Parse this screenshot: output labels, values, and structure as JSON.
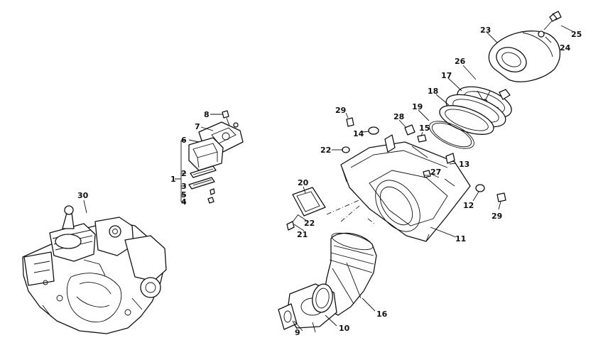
{
  "callouts": [
    {
      "id": "1",
      "label": "1"
    },
    {
      "id": "2",
      "label": "2"
    },
    {
      "id": "3",
      "label": "3"
    },
    {
      "id": "4",
      "label": "4"
    },
    {
      "id": "5",
      "label": "5"
    },
    {
      "id": "6",
      "label": "6"
    },
    {
      "id": "7",
      "label": "7"
    },
    {
      "id": "8",
      "label": "8"
    },
    {
      "id": "9",
      "label": "9"
    },
    {
      "id": "10",
      "label": "10"
    },
    {
      "id": "11",
      "label": "11"
    },
    {
      "id": "12",
      "label": "12"
    },
    {
      "id": "13",
      "label": "13"
    },
    {
      "id": "14",
      "label": "14"
    },
    {
      "id": "15",
      "label": "15"
    },
    {
      "id": "16",
      "label": "16"
    },
    {
      "id": "17",
      "label": "17"
    },
    {
      "id": "18",
      "label": "18"
    },
    {
      "id": "19",
      "label": "19"
    },
    {
      "id": "20",
      "label": "20"
    },
    {
      "id": "21",
      "label": "21"
    },
    {
      "id": "22a",
      "label": "22"
    },
    {
      "id": "22b",
      "label": "22"
    },
    {
      "id": "23",
      "label": "23"
    },
    {
      "id": "24",
      "label": "24"
    },
    {
      "id": "25",
      "label": "25"
    },
    {
      "id": "26",
      "label": "26"
    },
    {
      "id": "27",
      "label": "27"
    },
    {
      "id": "28",
      "label": "28"
    },
    {
      "id": "29a",
      "label": "29"
    },
    {
      "id": "29b",
      "label": "29"
    },
    {
      "id": "30",
      "label": "30"
    }
  ]
}
